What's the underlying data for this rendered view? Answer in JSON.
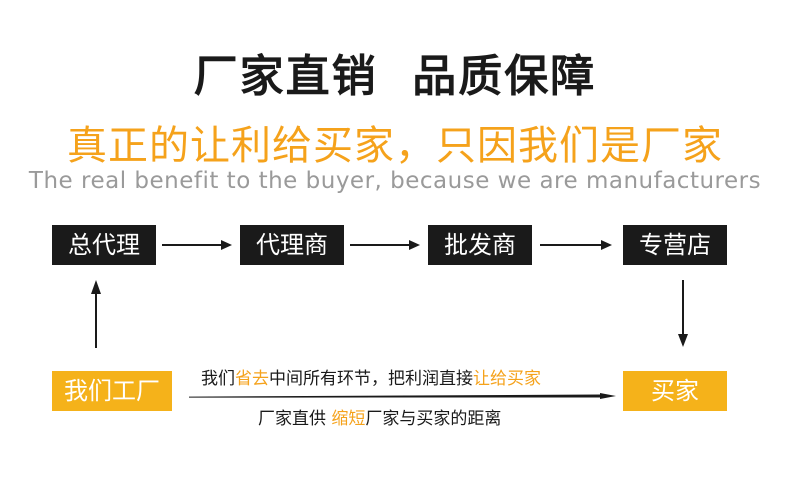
{
  "header": {
    "title": "厂家直销  品质保障",
    "subtitle": "真正的让利给买家，只因我们是厂家",
    "english": "The real benefit to the buyer, because we are manufacturers"
  },
  "chain": {
    "general_agent": "总代理",
    "agent": "代理商",
    "wholesaler": "批发商",
    "store": "专营店"
  },
  "factory": "我们工厂",
  "buyer": "买家",
  "note_top": {
    "part1": "我们",
    "part2": "省去",
    "part3": "中间所有环节，把利润直接",
    "part4": "让给买家"
  },
  "note_bottom": {
    "part1": "厂家直供 ",
    "part2": "缩短",
    "part3": "厂家与买家的距离"
  },
  "colors": {
    "accent": "#f5a21b",
    "box_dark": "#1a1a1a",
    "text_gray": "#9a9a9a"
  }
}
